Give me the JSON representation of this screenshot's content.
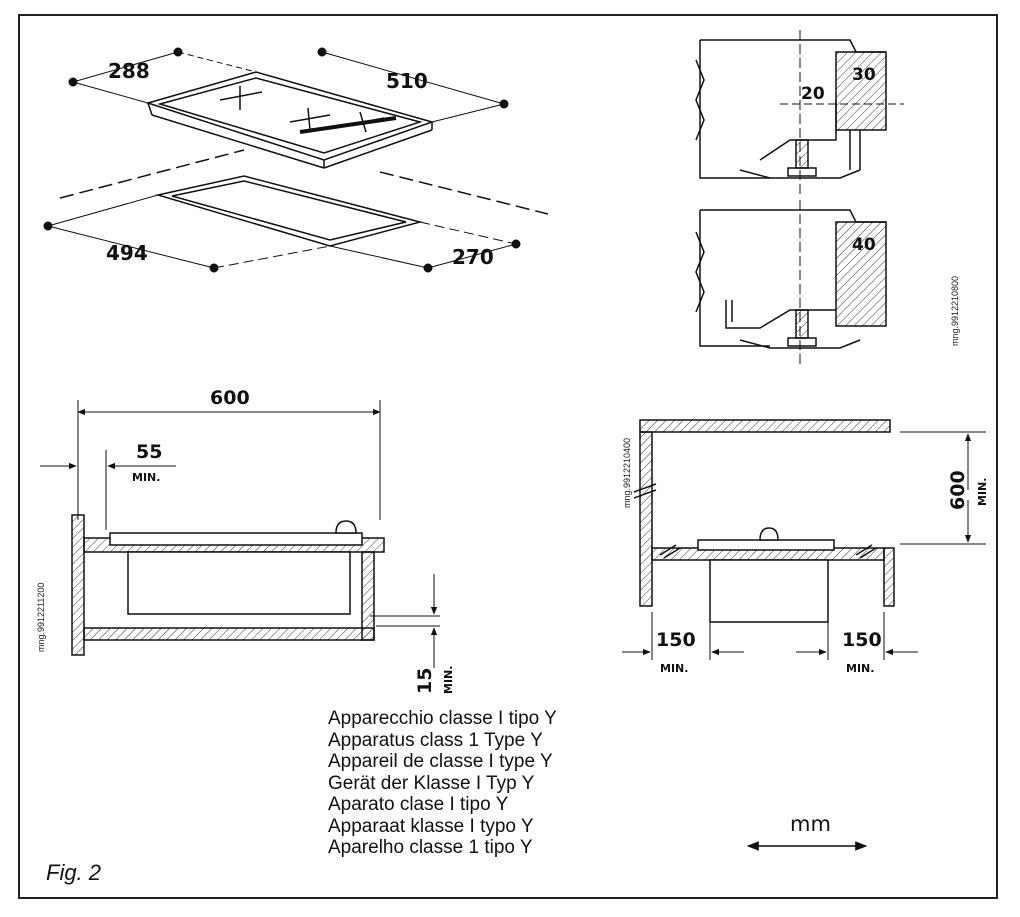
{
  "figure_label": "Fig. 2",
  "unit": "mm",
  "hob_dimensions": {
    "depth": "288",
    "width": "510"
  },
  "cutout_dimensions": {
    "width": "494",
    "depth": "270"
  },
  "worktop_thickness": {
    "thin": "30",
    "thick": "40",
    "offset": "20"
  },
  "side_view": {
    "width": "600",
    "min_edge": "55",
    "min_gap": "15",
    "min_label": "MIN."
  },
  "cabinet_view": {
    "height": "600",
    "left_clearance": "150",
    "right_clearance": "150",
    "min_label": "MIN."
  },
  "drawing_codes": {
    "worktop": "mng.9912210800",
    "side": "mng.9912211200",
    "cabinet": "mng.9912210400"
  },
  "appliance_class": [
    "Apparecchio classe I tipo Y",
    "Apparatus class 1 Type Y",
    "Appareil de classe I type Y",
    "Gerät der Klasse I Typ Y",
    "Aparato clase I tipo Y",
    "Apparaat klasse I typo Y",
    "Aparelho classe 1 tipo Y"
  ]
}
